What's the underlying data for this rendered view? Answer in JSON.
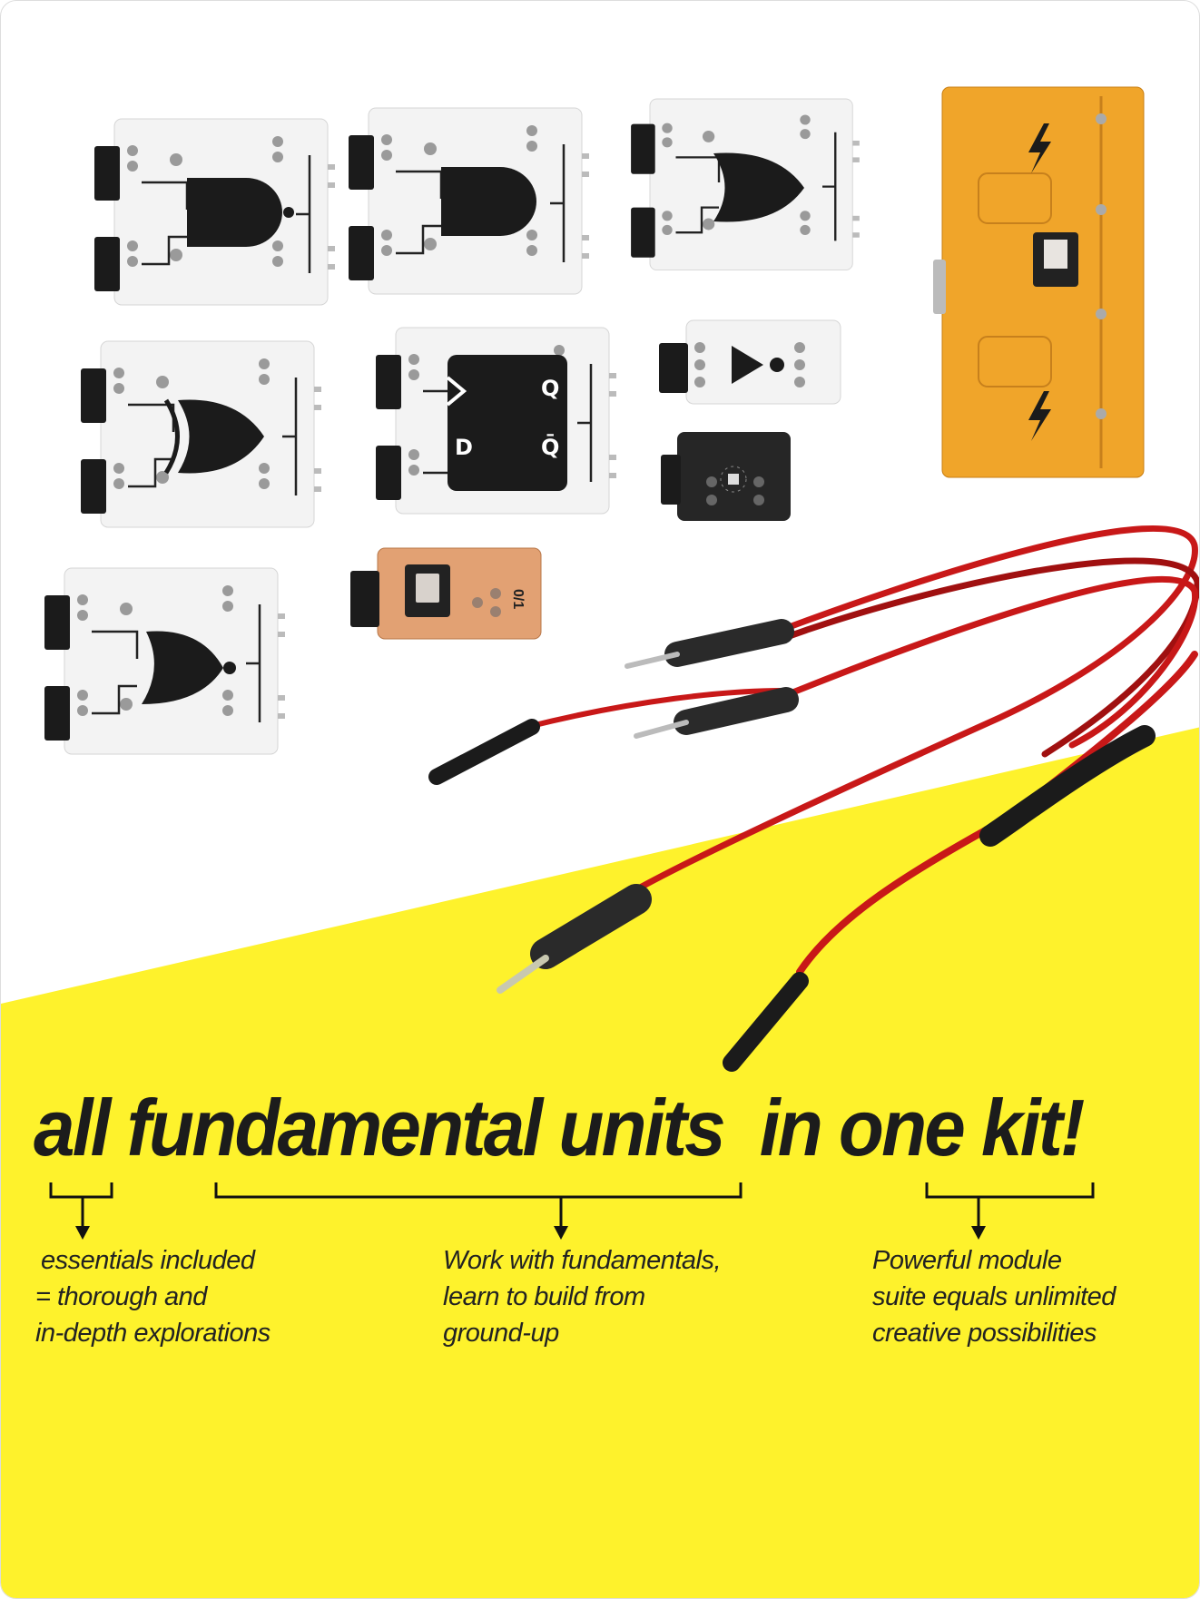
{
  "headline": {
    "word_all": "all",
    "word_fundamental_units": "fundamental units",
    "word_in_one_kit": "in one kit!",
    "full": "all fundamental units  in one kit!"
  },
  "captions": [
    {
      "lines": [
        "essentials included",
        "= thorough and",
        "in-depth explorations"
      ]
    },
    {
      "lines": [
        "Work with fundamentals,",
        "learn to build from",
        "ground-up"
      ]
    },
    {
      "lines": [
        "Powerful module",
        "suite equals unlimited",
        "creative possibilities"
      ]
    }
  ],
  "board_labels": {
    "flipflop_clock_out": "Q",
    "flipflop_data": "D",
    "flipflop_inv_out": "Q̄",
    "switch_label": "0/1"
  },
  "colors": {
    "accent_yellow": "#fef22c",
    "text": "#1c1c1c",
    "board_white": "#f4f4f4",
    "board_orange": "#f0a52a",
    "wire_red": "#c81818"
  }
}
